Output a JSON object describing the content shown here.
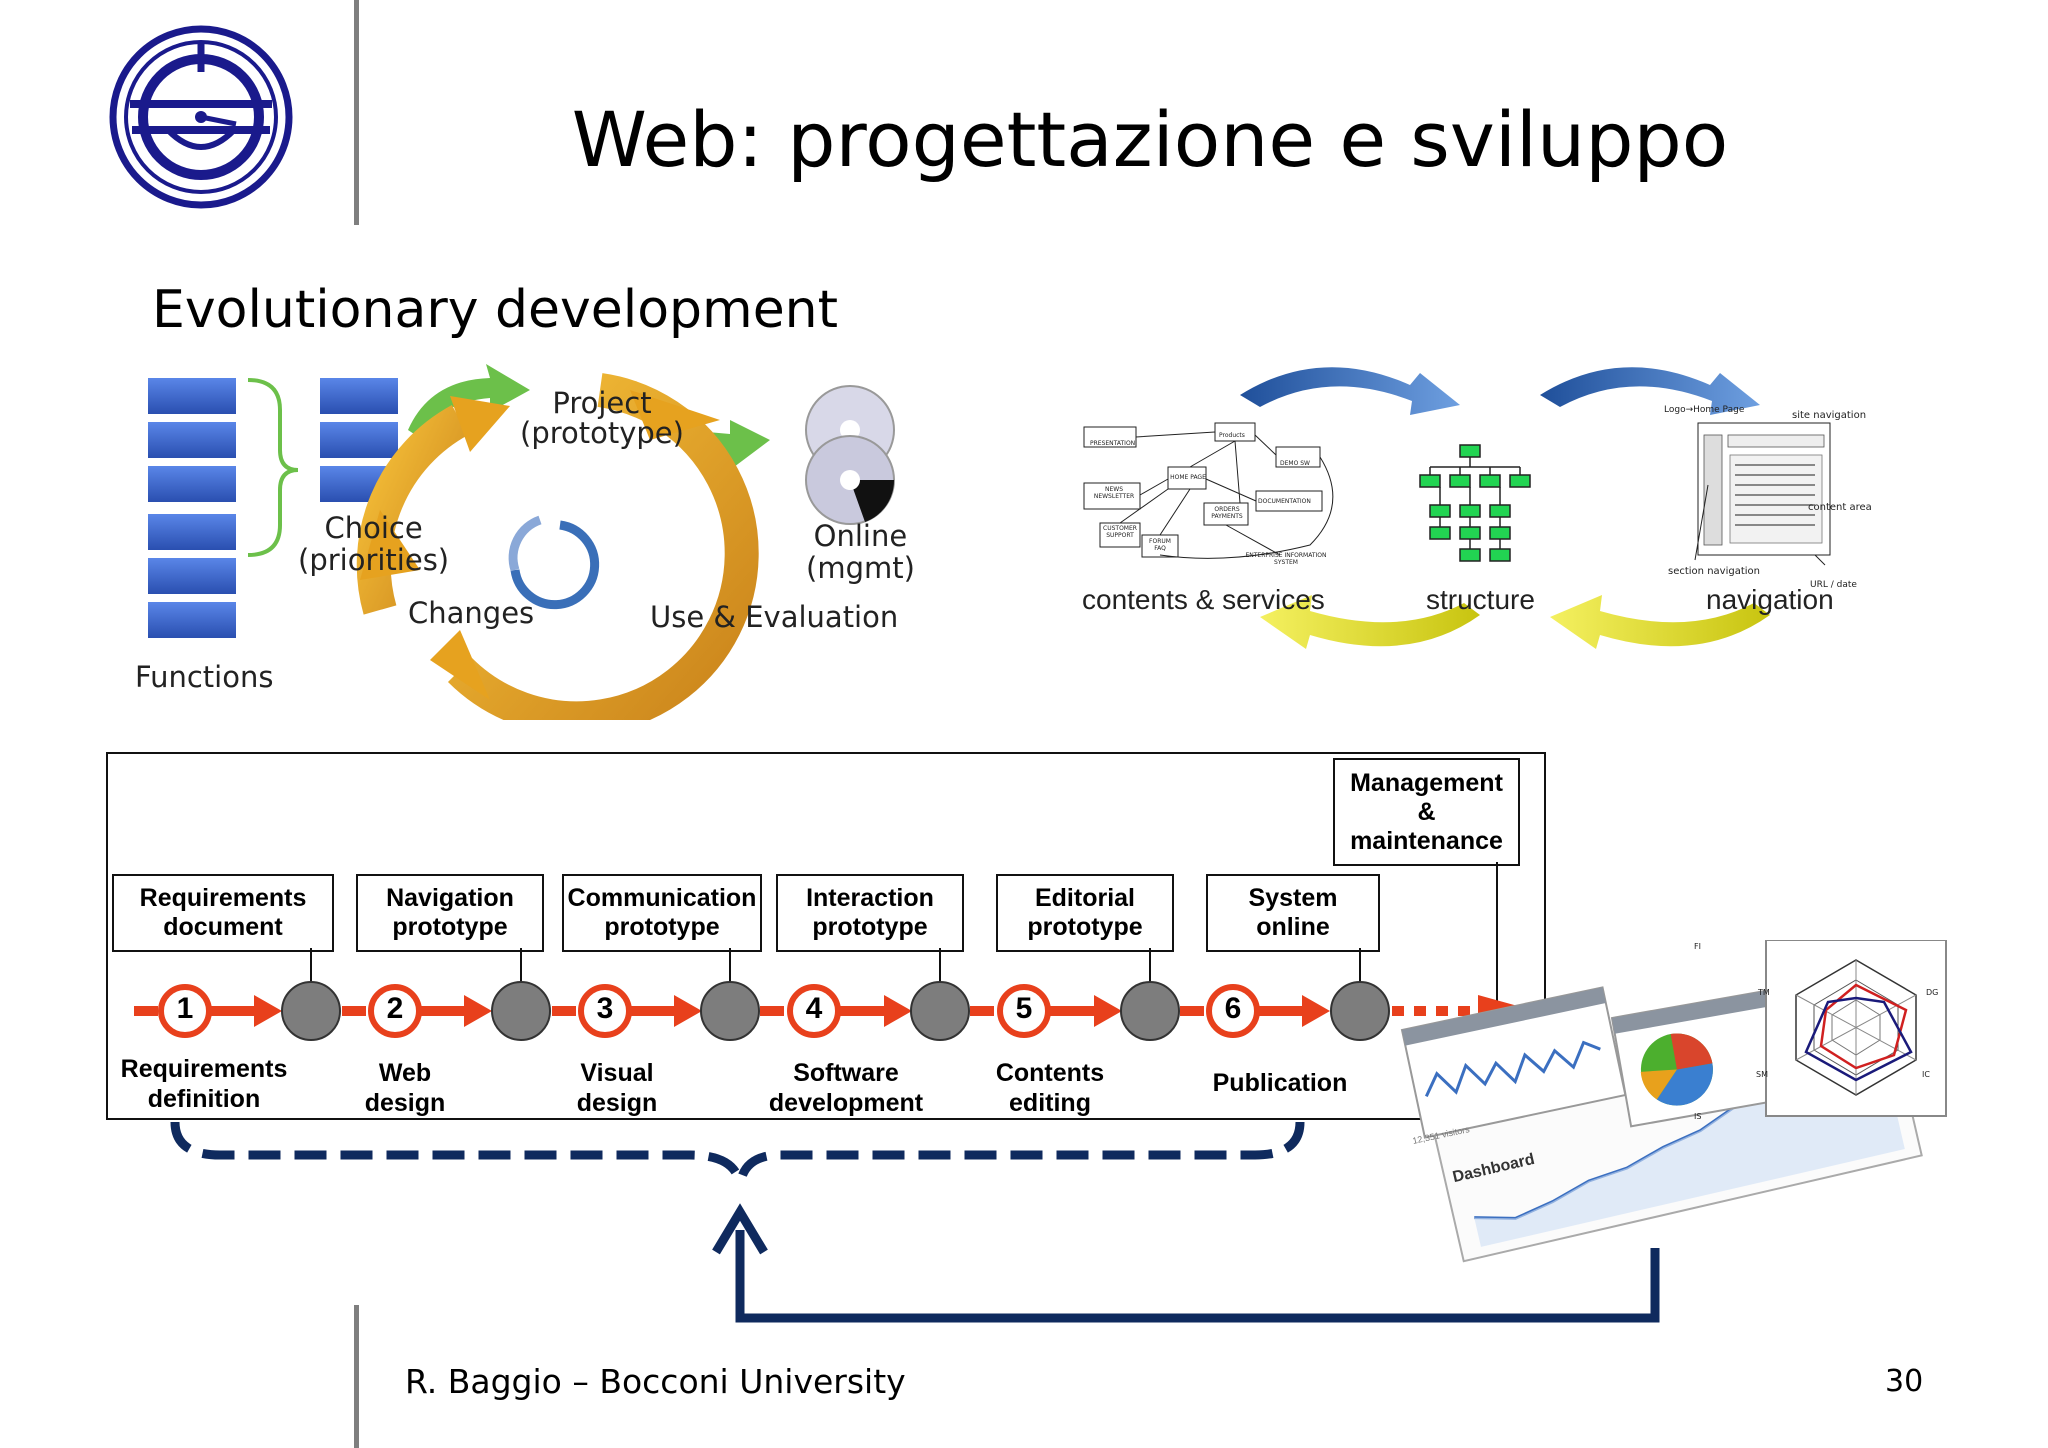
{
  "slide": {
    "title": "Web: progettazione e sviluppo",
    "subtitle": "Evolutionary development",
    "footer": "R. Baggio – Bocconi University",
    "page_number": "30"
  },
  "evolution": {
    "functions": "Functions",
    "choice_line1": "Choice",
    "choice_line2": "(priorities)",
    "project_line1": "Project",
    "project_line2": "(prototype)",
    "online_line1": "Online",
    "online_line2": "(mgmt)",
    "changes": "Changes",
    "use_eval": "Use & Evaluation"
  },
  "cycle": {
    "contents_services": "contents & services",
    "structure": "structure",
    "navigation": "navigation",
    "sitemap_nodes": [
      "PRESENTATION",
      "Products",
      "HOME PAGE",
      "DEMO SW",
      "NEWS NEWSLETTER",
      "ORDERS PAYMENTS",
      "DOCUMENTATION",
      "CUSTOMER SUPPORT",
      "FORUM FAQ",
      "ENTERPRISE INFORMATION SYSTEM"
    ],
    "nav_labels": {
      "logo": "Logo→Home Page",
      "site_nav": "site navigation",
      "content_area": "content area",
      "section_nav": "section navigation",
      "url_date": "URL / date"
    }
  },
  "process": {
    "deliverables": [
      {
        "l1": "Requirements",
        "l2": "document"
      },
      {
        "l1": "Navigation",
        "l2": "prototype"
      },
      {
        "l1": "Communication",
        "l2": "prototype"
      },
      {
        "l1": "Interaction",
        "l2": "prototype"
      },
      {
        "l1": "Editorial",
        "l2": "prototype"
      },
      {
        "l1": "System",
        "l2": "online"
      }
    ],
    "management": {
      "l1": "Management",
      "l2": "&",
      "l3": "maintenance"
    },
    "steps": [
      {
        "num": "1",
        "l1": "Requirements",
        "l2": "definition"
      },
      {
        "num": "2",
        "l1": "Web",
        "l2": "design"
      },
      {
        "num": "3",
        "l1": "Visual",
        "l2": "design"
      },
      {
        "num": "4",
        "l1": "Software",
        "l2": "development"
      },
      {
        "num": "5",
        "l1": "Contents",
        "l2": "editing"
      },
      {
        "num": "6",
        "l1": "Publication",
        "l2": ""
      }
    ]
  },
  "analytics": {
    "visitors_title": "Visitors Overview",
    "visitors_count": "12,351 visitors",
    "dashboard": "Dashboard",
    "radar_axes": [
      "FI",
      "DG",
      "IC",
      "IS",
      "SM",
      "TM"
    ]
  },
  "colors": {
    "step_red": "#e8401c",
    "node_gray": "#7d7d7d",
    "loop_navy": "#0f2a5e",
    "logo_navy": "#1a1a8c",
    "cube_blue": "#3d63c4",
    "ring_orange": "#e6a21f",
    "arrow_green": "#6cc04a",
    "cycle_blue": "#3a6fb8",
    "cycle_yellow": "#e6e01a",
    "sitemap_green": "#22d452"
  }
}
